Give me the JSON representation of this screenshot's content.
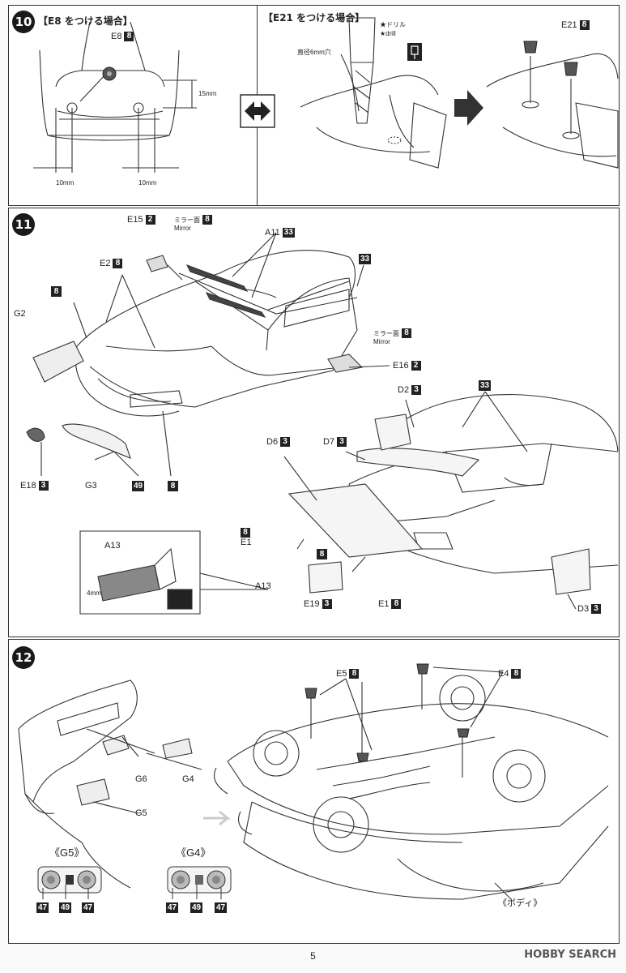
{
  "step10": {
    "number": "10",
    "left_title": "【E8 をつける場合】",
    "right_title": "【E21 をつける場合】",
    "e8": {
      "part": "E8",
      "code": "8"
    },
    "dim_15": "15mm",
    "dim_10a": "10mm",
    "dim_10b": "10mm",
    "drill_jp": "★ドリル",
    "drill_en": "★drill",
    "hole_label": "直径6mm穴",
    "e21": {
      "part": "E21",
      "code": "8"
    }
  },
  "step11": {
    "number": "11",
    "e15": {
      "part": "E15",
      "code": "2"
    },
    "mirror_top": {
      "jp": "ミラー面",
      "code": "8",
      "en": "Mirror"
    },
    "a11": {
      "part": "A11",
      "code": "33"
    },
    "e2": {
      "part": "E2",
      "code": "8"
    },
    "code_8_left": "8",
    "g2": "G2",
    "code_33_body": "33",
    "mirror_side": {
      "jp": "ミラー面",
      "code": "8",
      "en": "Mirror"
    },
    "e16": {
      "part": "E16",
      "code": "2"
    },
    "d2": {
      "part": "D2",
      "code": "3"
    },
    "code_33_rear": "33",
    "d6": {
      "part": "D6",
      "code": "3"
    },
    "d7": {
      "part": "D7",
      "code": "3"
    },
    "e18": {
      "part": "E18",
      "code": "3"
    },
    "g3": "G3",
    "code_49": "49",
    "code_8_front": "8",
    "e1_left": {
      "code": "8",
      "part": "E1"
    },
    "code_8_mid": "8",
    "inset": {
      "part": "A13",
      "dim": "4mm"
    },
    "a13_callout": "A13",
    "e19": {
      "part": "E19",
      "code": "3"
    },
    "e1_right": {
      "part": "E1",
      "code": "8"
    },
    "d3": {
      "part": "D3",
      "code": "3"
    }
  },
  "step12": {
    "number": "12",
    "e5": {
      "part": "E5",
      "code": "8"
    },
    "e4": {
      "part": "E4",
      "code": "8"
    },
    "g6": "G6",
    "g4": "G4",
    "g5": "G5",
    "lens_g5": {
      "title": "《G5》",
      "codes": [
        "47",
        "49",
        "47"
      ]
    },
    "lens_g4": {
      "title": "《G4》",
      "codes": [
        "47",
        "49",
        "47"
      ]
    },
    "body_label": "《ボディ》"
  },
  "footer": {
    "page": "5",
    "watermark": "HOBBY SEARCH"
  }
}
